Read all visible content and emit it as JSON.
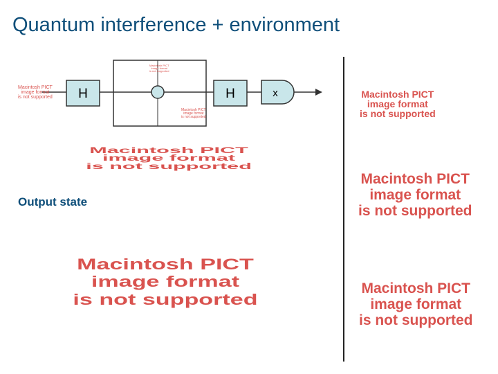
{
  "slide": {
    "title": "Quantum interference + environment",
    "output_label": "Output state"
  },
  "circuit": {
    "gate1": "H",
    "gate2": "H",
    "meter": "x"
  },
  "placeholders": {
    "line1": "Macintosh PICT",
    "line2": "image format",
    "line3": "is not supported"
  },
  "colors": {
    "title": "#0f4f7a",
    "gate_fill": "#c9e6ea",
    "placeholder_text": "#d9534f"
  }
}
